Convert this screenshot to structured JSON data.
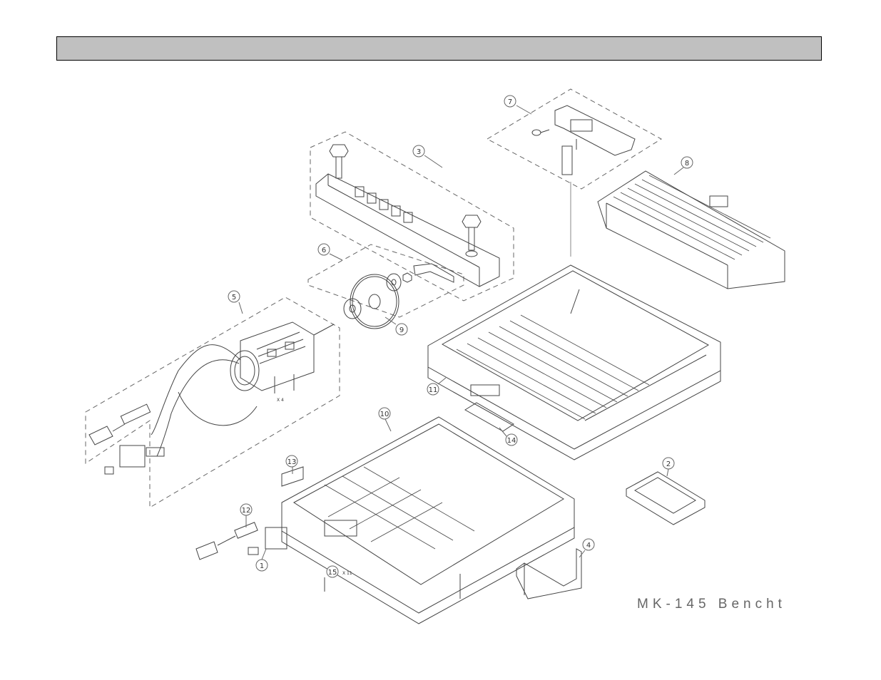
{
  "header": {
    "title": ""
  },
  "callouts": [
    "1",
    "2",
    "3",
    "4",
    "5",
    "6",
    "7",
    "8",
    "9",
    "10",
    "11",
    "12",
    "13",
    "14",
    "15"
  ],
  "quantities": {
    "motor_screws": "X 4",
    "base_screws": "X 11"
  },
  "model_label": "MK-145 Bencht"
}
